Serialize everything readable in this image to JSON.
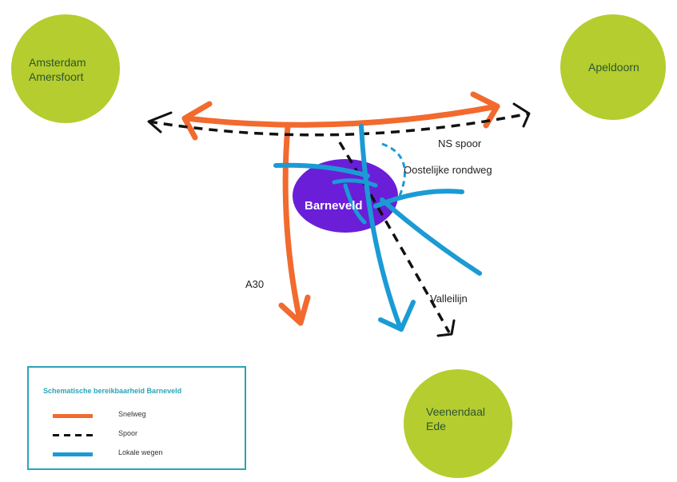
{
  "places": {
    "amsterdam": [
      "Amsterdam",
      "Amersfoort"
    ],
    "apeldoorn": [
      "Apeldoorn"
    ],
    "veenendaal": [
      "Veenendaal",
      "Ede"
    ]
  },
  "center": "Barneveld",
  "labels": {
    "ns_spoor": "NS spoor",
    "oostelijke_rondweg": "Oostelijke rondweg",
    "a30": "A30",
    "valleilijn": "Valleilijn"
  },
  "legend": {
    "title": "Schematische bereikbaarheid Barneveld",
    "items": [
      {
        "label": "Snelweg",
        "color": "#f26a2e",
        "style": "solid"
      },
      {
        "label": "Spoor",
        "color": "#111111",
        "style": "dashed"
      },
      {
        "label": "Lokale wegen",
        "color": "#1b9bd4",
        "style": "solid"
      }
    ]
  },
  "colors": {
    "circle": "#b5cd2e",
    "barneveld": "#6a1ed8",
    "snelweg": "#f26a2e",
    "spoor": "#111111",
    "lokale_wegen": "#1b9bd4",
    "legend_border": "#2aa5b8"
  }
}
